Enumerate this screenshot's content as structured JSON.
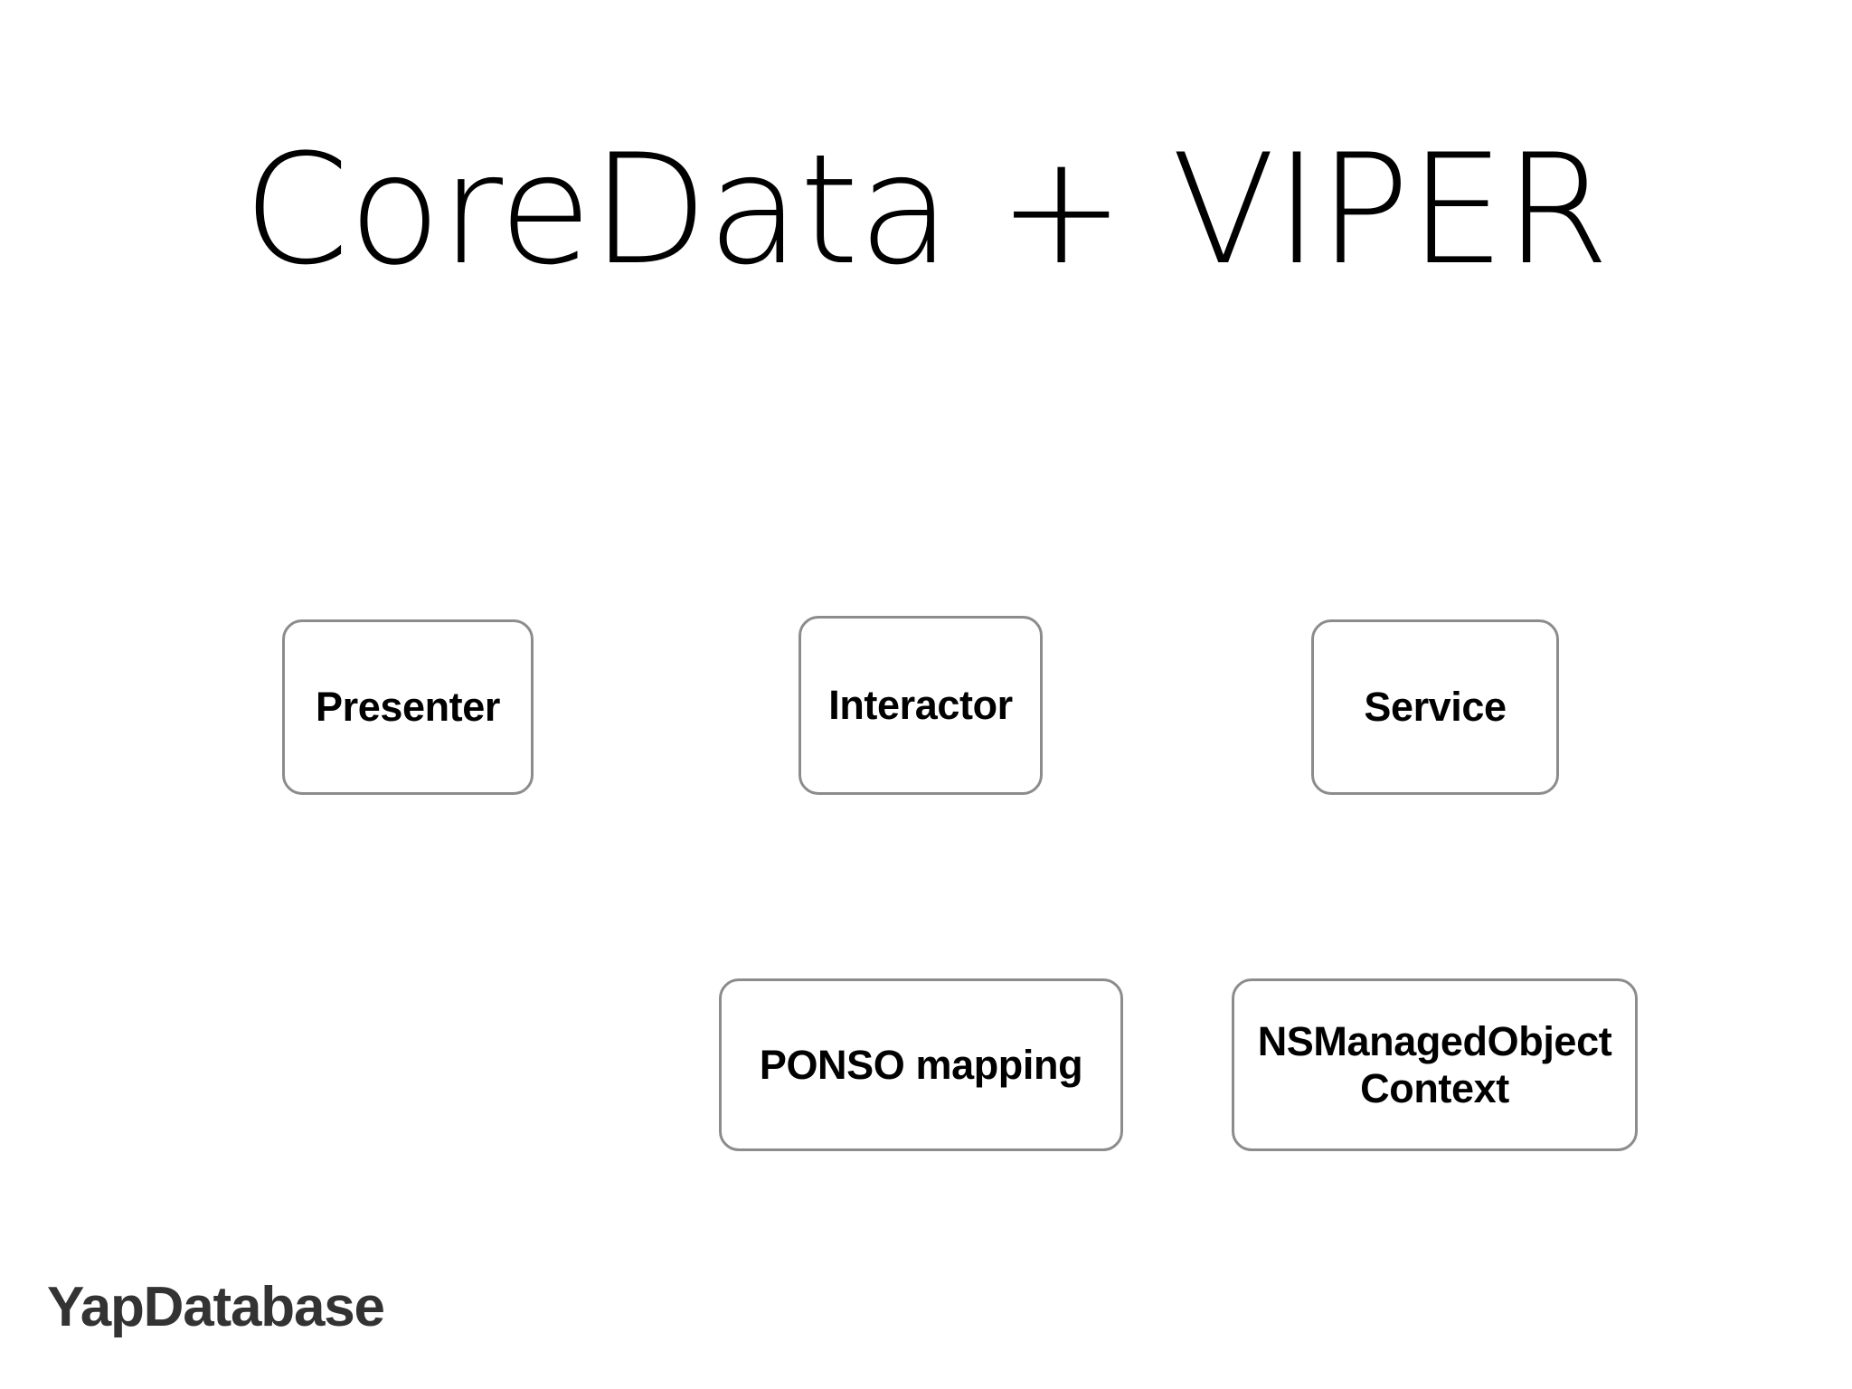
{
  "slide": {
    "title": "CoreData + VIPER",
    "background_color": "#ffffff",
    "footer": {
      "logo_text": "YapDatabase",
      "color": "#333333"
    },
    "theme": {
      "node_border_color": "#8c8c8c",
      "node_fill_color": "#ffffff",
      "node_text_color": "#000000",
      "title_color": "#000000"
    }
  },
  "diagram": {
    "rows": [
      {
        "name": "viper-layer",
        "nodes": [
          {
            "id": "presenter",
            "label": "Presenter"
          },
          {
            "id": "interactor",
            "label": "Interactor"
          },
          {
            "id": "service",
            "label": "Service"
          }
        ]
      },
      {
        "name": "persistence-layer",
        "nodes": [
          {
            "id": "ponso",
            "label": "PONSO mapping"
          },
          {
            "id": "nsmoc",
            "label": "NSManagedObject\nContext"
          }
        ]
      }
    ]
  }
}
